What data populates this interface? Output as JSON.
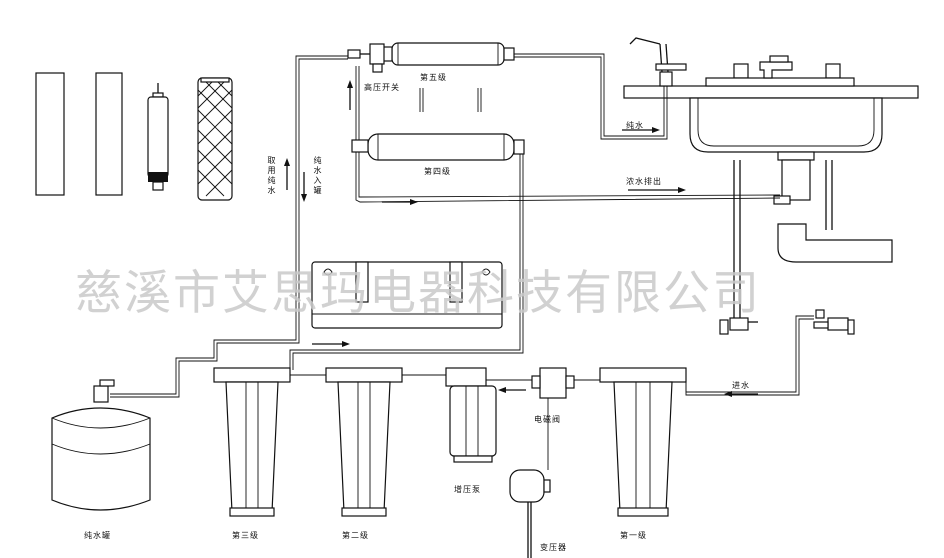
{
  "labels": {
    "stage1": "第一级",
    "stage2": "第二级",
    "stage3": "第三级",
    "stage4": "第四级",
    "stage5": "第五级",
    "pump": "增压泵",
    "solenoid": "电磁阀",
    "tank": "纯水罐",
    "transformer": "变压器",
    "hp_switch": "高压开关",
    "water_in": "进水",
    "pure_water": "纯水",
    "waste_out": "浓水排出",
    "take_pure": "取用纯水",
    "pure_in": "纯水入罐"
  },
  "watermark": "慈溪市艾思玛电器科技有限公司",
  "colors": {
    "line": "#111111",
    "watermark": "#c9c9c9",
    "background": "#ffffff"
  }
}
